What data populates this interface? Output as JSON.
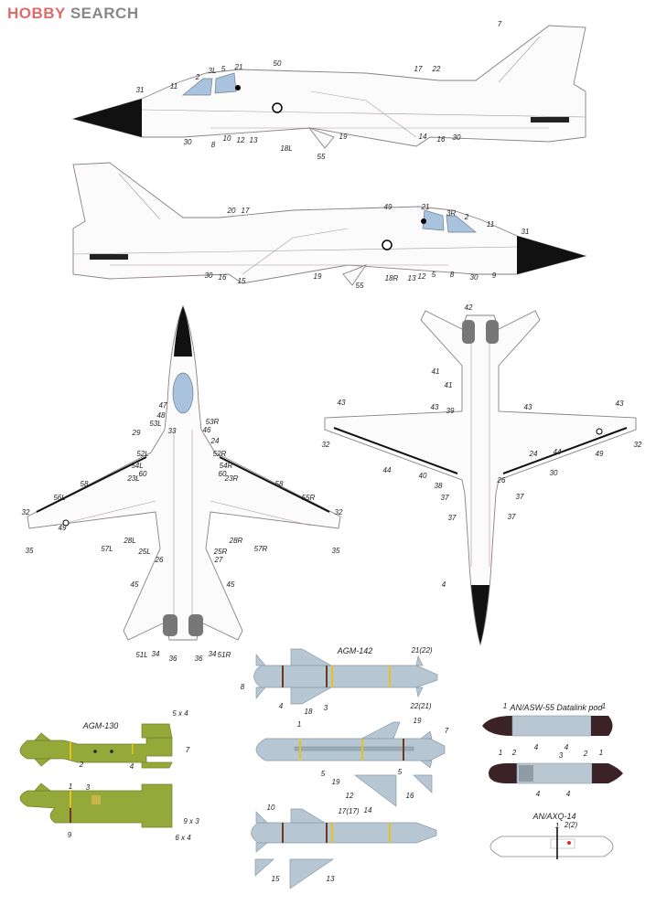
{
  "watermark": {
    "part1": "HOBBY",
    "part2": "SEARCH"
  },
  "colors": {
    "aircraft_line": "#8c7f86",
    "canopy": "#a9c3de",
    "nose": "#111111",
    "agm130": "#94a93a",
    "agm142": "#b6c6d2",
    "pod_end": "#3b2226",
    "stripe_yellow": "#e8c21c",
    "stripe_brown": "#6b3a1e"
  },
  "titles": {
    "agm142": "AGM-142",
    "agm130": "AGM-130",
    "asw55": "AN/ASW-55 Datalink pod",
    "axq14": "AN/AXQ-14"
  },
  "callouts": [
    "31",
    "11",
    "2",
    "3L",
    "5",
    "21",
    "50",
    "17",
    "22",
    "7",
    "30",
    "8",
    "10",
    "12",
    "13",
    "18L",
    "19",
    "55",
    "14",
    "16",
    "30",
    "20",
    "17",
    "49",
    "21",
    "3R",
    "2",
    "11",
    "31",
    "30",
    "16",
    "15",
    "19",
    "55",
    "18R",
    "13",
    "12",
    "5",
    "8",
    "30",
    "9",
    "47",
    "48",
    "53L",
    "33",
    "53R",
    "46",
    "29",
    "24",
    "52L",
    "52R",
    "54L",
    "54R",
    "60",
    "60",
    "23L",
    "23R",
    "58",
    "56L",
    "58",
    "55R",
    "32",
    "32",
    "49",
    "57L",
    "57R",
    "28L",
    "28R",
    "35",
    "35",
    "25L",
    "25R",
    "26",
    "27",
    "45",
    "45",
    "51L",
    "34",
    "36",
    "36",
    "34",
    "51R",
    "42",
    "41",
    "41",
    "43",
    "43",
    "43",
    "43",
    "39",
    "32",
    "32",
    "49",
    "44",
    "40",
    "24",
    "44",
    "30",
    "38",
    "26",
    "37",
    "37",
    "37",
    "37",
    "4",
    "21(22)",
    "8",
    "4",
    "18",
    "3",
    "22(21)",
    "5 x 4",
    "7",
    "2",
    "4",
    "1",
    "3",
    "9 x 3",
    "6 x 4",
    "9",
    "1",
    "19",
    "7",
    "5",
    "5",
    "19",
    "12",
    "16",
    "10",
    "17(17)",
    "14",
    "15",
    "13",
    "1",
    "1",
    "4",
    "4",
    "1",
    "2",
    "3",
    "2",
    "1",
    "4",
    "4",
    "1",
    "2(2)"
  ]
}
